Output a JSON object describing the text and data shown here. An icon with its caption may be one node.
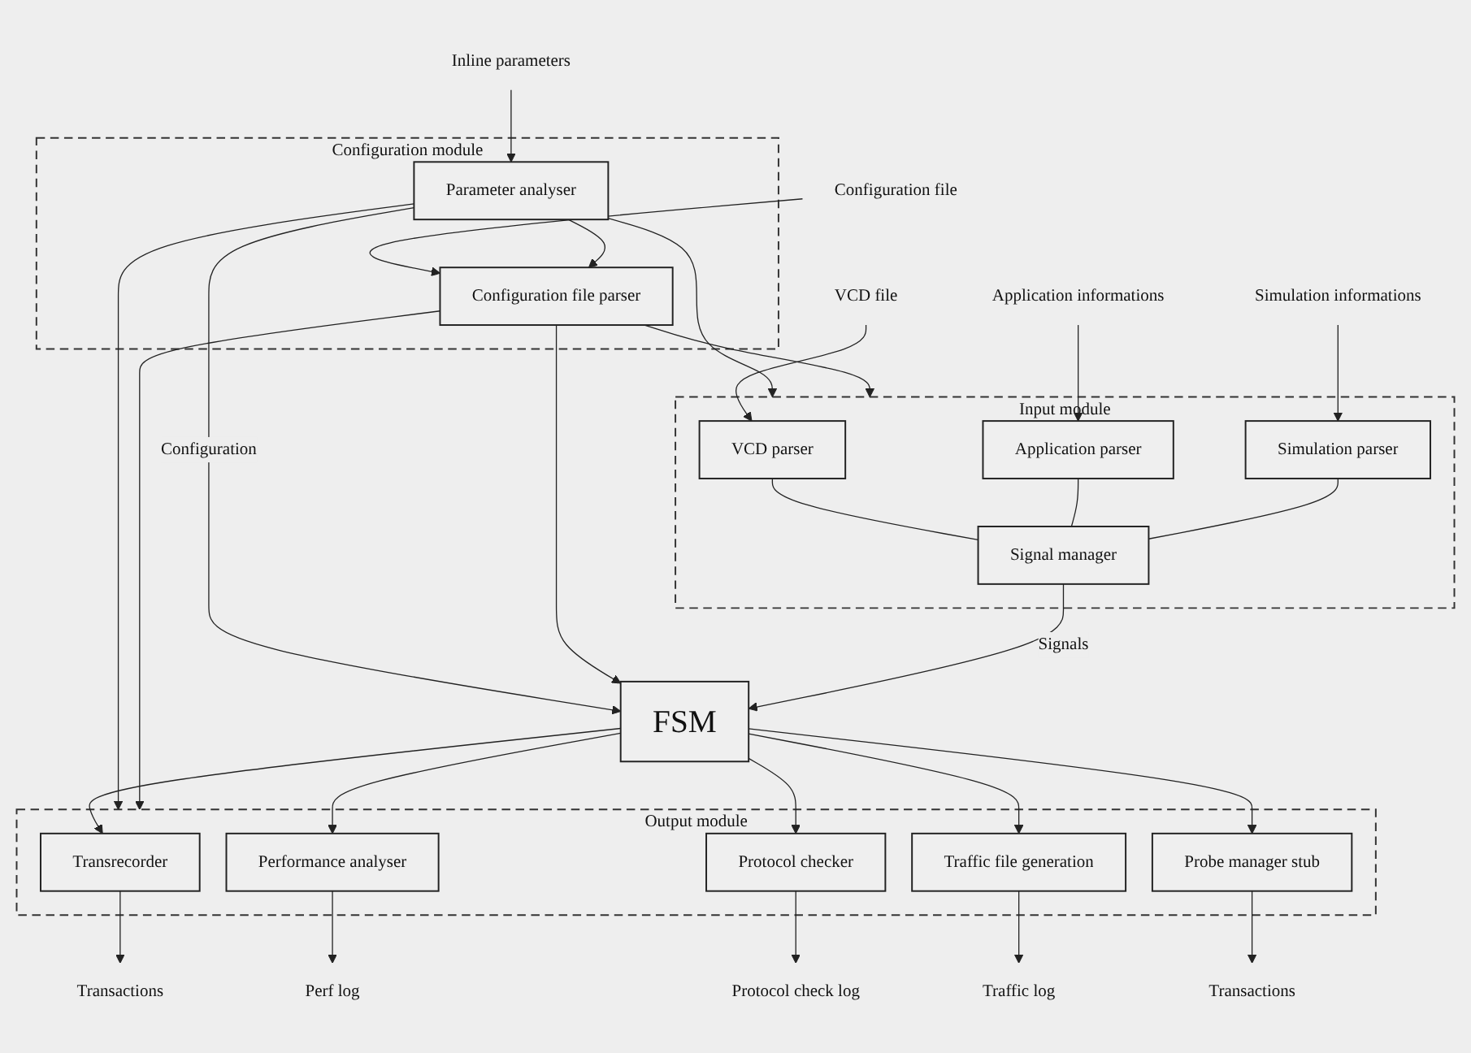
{
  "diagram": {
    "nodes": [
      {
        "text": [
          "Inline parameters"
        ]
      },
      {
        "text": [
          "Configuration file"
        ]
      },
      {
        "text": [
          "Configuration module"
        ]
      },
      {
        "text": [
          "Parameter analyser"
        ],
        "in": 2
      },
      {
        "text": [
          "Configuration file parser"
        ],
        "in": 2
      },
      {
        "text": [
          "Input module"
        ]
      },
      {
        "text": [
          "VCD parser"
        ],
        "in": 5
      },
      {
        "text": [
          "Application parser"
        ],
        "in": 5
      },
      {
        "text": [
          "Simulation parser"
        ],
        "in": 5
      },
      {
        "text": [
          "Signal manager"
        ],
        "in": 5
      },
      {
        "text": [
          "VCD file"
        ]
      },
      {
        "text": [
          "Application informations"
        ]
      },
      {
        "text": [
          "Simulation informations"
        ]
      },
      {
        "text": [
          "FSM"
        ]
      },
      {
        "text": [
          "Output module"
        ]
      },
      {
        "text": [
          "Transrecorder"
        ],
        "in": 14
      },
      {
        "text": [
          "Performance analyser"
        ],
        "in": 14
      },
      {
        "text": [
          "Protocol checker"
        ],
        "in": 14
      },
      {
        "text": [
          "Traffic file generation"
        ],
        "in": 14
      },
      {
        "text": [
          "Probe manager stub"
        ],
        "in": 14
      },
      {
        "text": [
          "Transactions"
        ]
      },
      {
        "text": [
          "Perf log"
        ]
      },
      {
        "text": [
          "Protocol check log"
        ]
      },
      {
        "text": [
          "Traffic log"
        ]
      },
      {
        "text": [
          "Transactions"
        ]
      }
    ],
    "edges": [
      {
        "from": 0,
        "to": 3,
        "arrow": "to"
      },
      {
        "from": 1,
        "to": 4,
        "arrow": "to"
      },
      {
        "from": 3,
        "to": 4,
        "arrow": "to"
      },
      {
        "from": 3,
        "to": 13,
        "arrow": "to",
        "label": "Configuration"
      },
      {
        "from": 4,
        "to": 13,
        "arrow": "to"
      },
      {
        "from": 3,
        "to": 5,
        "arrow": "to"
      },
      {
        "from": 4,
        "to": 5,
        "arrow": "to"
      },
      {
        "from": 3,
        "to": 14,
        "arrow": "to"
      },
      {
        "from": 4,
        "to": 14,
        "arrow": "to"
      },
      {
        "from": 10,
        "to": 6,
        "arrow": "to"
      },
      {
        "from": 11,
        "to": 7,
        "arrow": "to"
      },
      {
        "from": 12,
        "to": 8,
        "arrow": "to"
      },
      {
        "from": 6,
        "to": 9,
        "arrow": "none"
      },
      {
        "from": 7,
        "to": 9,
        "arrow": "none"
      },
      {
        "from": 8,
        "to": 9,
        "arrow": "none"
      },
      {
        "from": 9,
        "to": 13,
        "arrow": "to",
        "label": "Signals"
      },
      {
        "from": 13,
        "to": 15,
        "arrow": "to"
      },
      {
        "from": 13,
        "to": 16,
        "arrow": "to"
      },
      {
        "from": 13,
        "to": 17,
        "arrow": "to"
      },
      {
        "from": 13,
        "to": 18,
        "arrow": "to"
      },
      {
        "from": 13,
        "to": 19,
        "arrow": "to"
      },
      {
        "from": 15,
        "to": 20,
        "arrow": "to"
      },
      {
        "from": 16,
        "to": 21,
        "arrow": "to"
      },
      {
        "from": 17,
        "to": 22,
        "arrow": "to"
      },
      {
        "from": 18,
        "to": 23,
        "arrow": "to"
      },
      {
        "from": 19,
        "to": 24,
        "arrow": "to"
      }
    ]
  }
}
